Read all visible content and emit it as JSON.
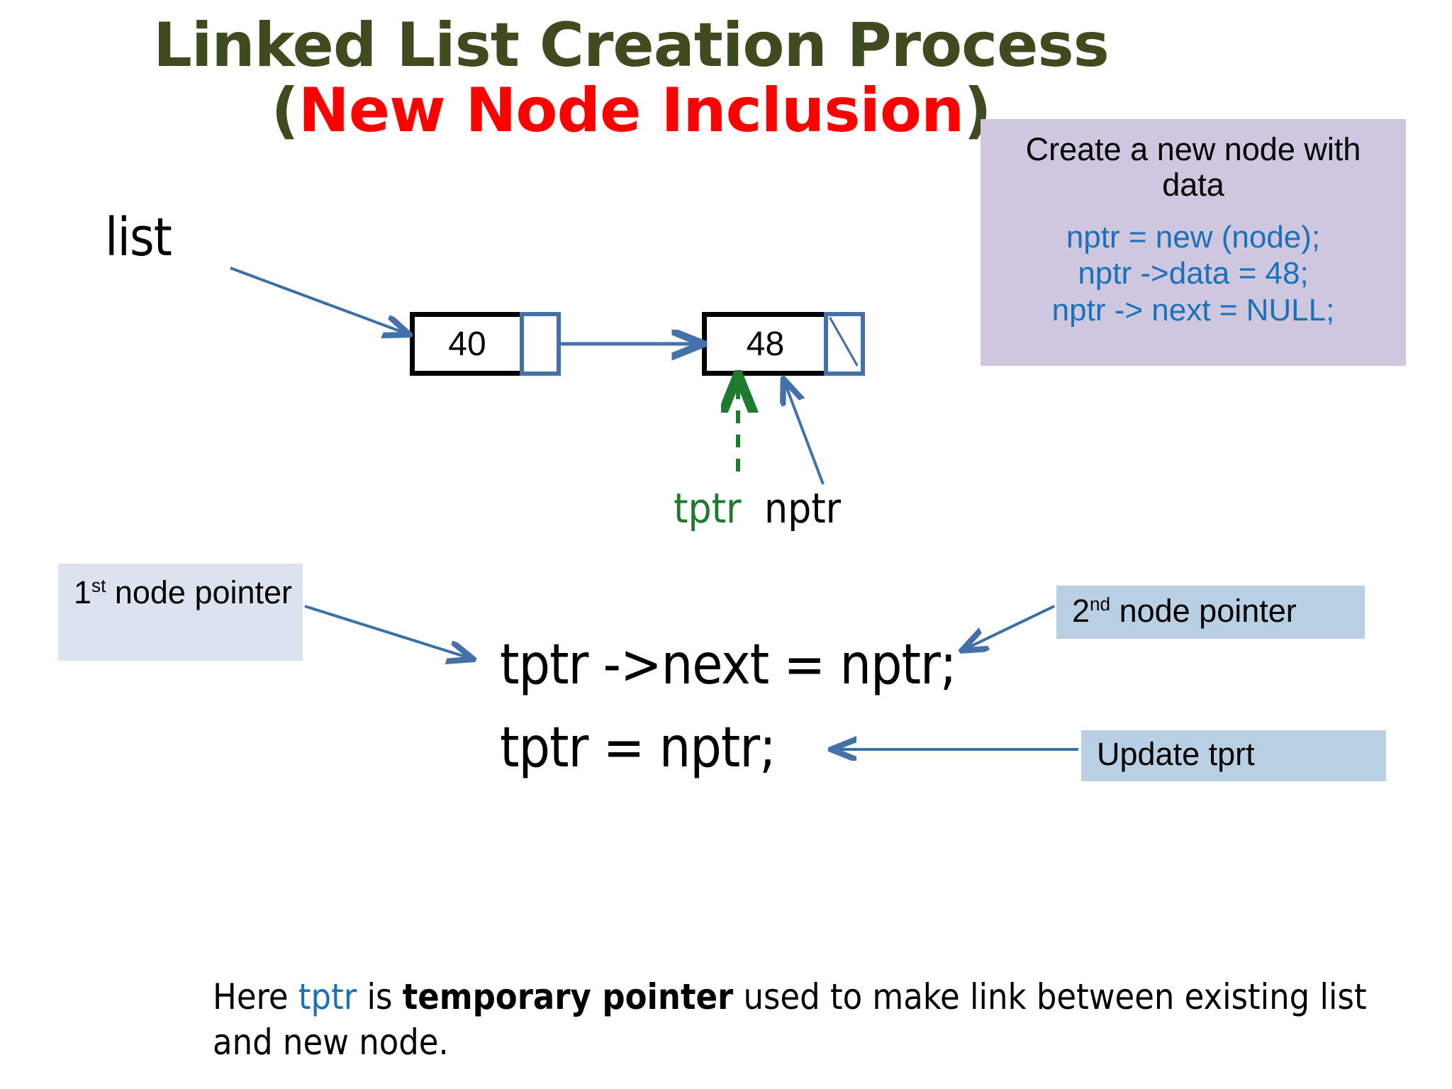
{
  "slide": {
    "title_main": "Linked List Creation Process (",
    "title_red": "New Node Inclusion",
    "title_close": ")",
    "title_plain": "Linked List Creation Process (New Node Inclusion)"
  },
  "colors": {
    "title_green": "#3F4A1E",
    "title_red": "#FF0000",
    "code_blue": "#1A71B8",
    "arrow_blue": "#4472A8",
    "tptr_green": "#1E7A2E",
    "purple_box": "#CFC7DF",
    "callout_light_blue": "#DCE3EF",
    "callout_blue": "#B9CFE3",
    "node_border": "#000000"
  },
  "purple_callout": {
    "heading": "Create a new node with data",
    "code": "nptr = new (node);\nnptr ->data = 48;\nnptr -> next = NULL;"
  },
  "diagram": {
    "list_label": "list",
    "nodes": [
      {
        "data": "40",
        "next": "link",
        "name": "node-40"
      },
      {
        "data": "48",
        "next": "null",
        "name": "node-48"
      }
    ],
    "tptr_label": "tptr",
    "nptr_label": "nptr"
  },
  "callouts": {
    "first_node_pointer": {
      "prefix": "1",
      "sup": "st",
      "rest": " node pointer"
    },
    "second_node_pointer": {
      "prefix": "2",
      "sup": "nd",
      "rest": " node pointer"
    },
    "update": "Update tprt"
  },
  "code_statements": {
    "line1": "tptr ->next = nptr;",
    "line2": "tptr = nptr;"
  },
  "caption": {
    "part1": "Here ",
    "tptr": "tptr",
    "part2": " is ",
    "bold": "temporary pointer",
    "part3": " used to make link between existing list and new node."
  }
}
